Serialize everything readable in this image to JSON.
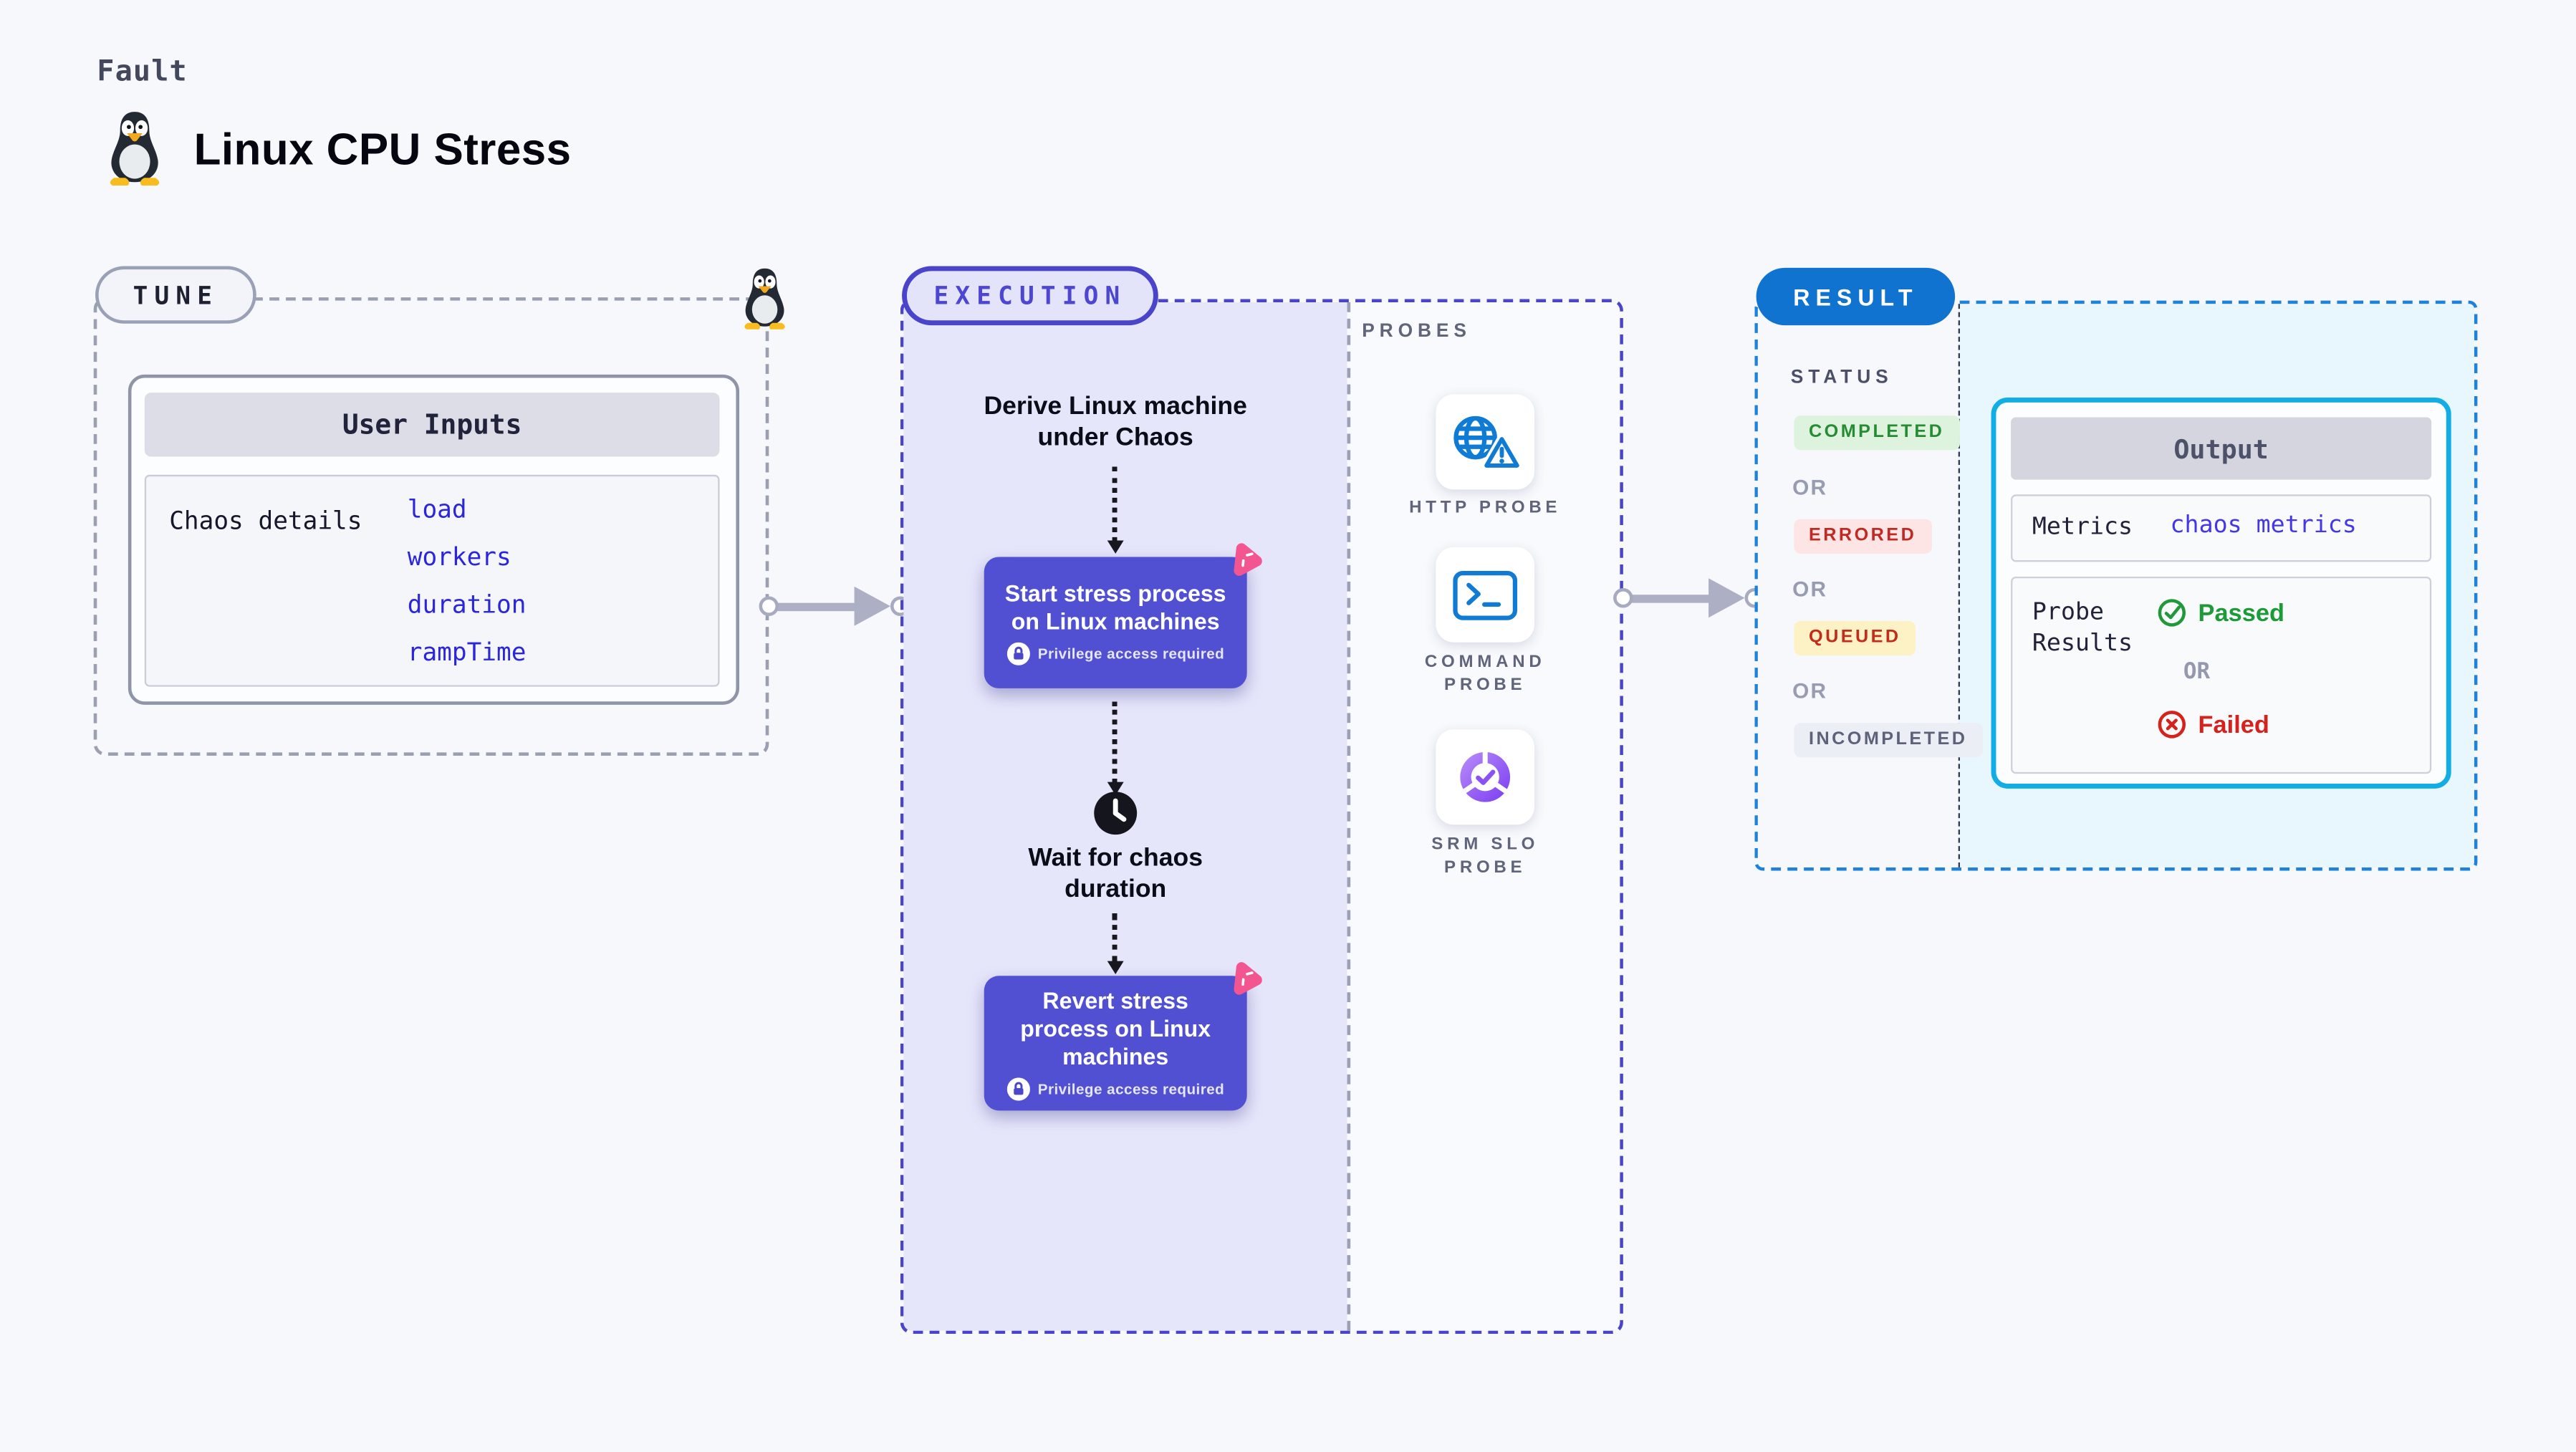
{
  "page": {
    "kicker": "Fault",
    "title": "Linux CPU Stress"
  },
  "tune": {
    "badge": "TUNE",
    "card_title": "User Inputs",
    "row_label": "Chaos details",
    "params": [
      "load",
      "workers",
      "duration",
      "rampTime"
    ]
  },
  "execution": {
    "badge": "EXECUTION",
    "derive_label": "Derive Linux machine under Chaos",
    "start_step": {
      "label": "Start stress process on Linux machines",
      "note": "Privilege access required"
    },
    "wait_label": "Wait for chaos duration",
    "revert_step": {
      "label": "Revert stress process on Linux machines",
      "note": "Privilege access required"
    }
  },
  "probes": {
    "title": "PROBES",
    "items": [
      {
        "label": "HTTP PROBE",
        "icon": "globe-alert-icon"
      },
      {
        "label": "COMMAND PROBE",
        "icon": "terminal-icon"
      },
      {
        "label": "SRM SLO PROBE",
        "icon": "slo-donut-check-icon"
      }
    ]
  },
  "result": {
    "badge": "RESULT",
    "status_title": "STATUS",
    "or_label": "OR",
    "statuses": [
      {
        "label": "COMPLETED",
        "bg": "#ddf3dd",
        "color": "#268c33"
      },
      {
        "label": "ERRORED",
        "bg": "#fce5e4",
        "color": "#c02a22"
      },
      {
        "label": "QUEUED",
        "bg": "#fdf2c6",
        "color": "#c32b1a"
      },
      {
        "label": "INCOMPLETED",
        "bg": "#eceef6",
        "color": "#5d6278"
      }
    ],
    "output": {
      "title": "Output",
      "metrics_label": "Metrics",
      "metrics_value": "chaos metrics",
      "probe_results_label": "Probe Results",
      "passed_label": "Passed",
      "or_label": "OR",
      "failed_label": "Failed"
    }
  },
  "colors": {
    "accent_indigo": "#4a44cb",
    "node_indigo": "#5150d2",
    "lavender_panel": "#e6e6fb",
    "accent_blue": "#1173d0",
    "accent_cyan": "#12ade5",
    "link_blue": "#2b26dc",
    "chaos_pink": "#f2558f",
    "passed_green": "#1d9b38",
    "failed_red": "#d6221c",
    "probe_icon_blue": "#0f7bd4"
  }
}
